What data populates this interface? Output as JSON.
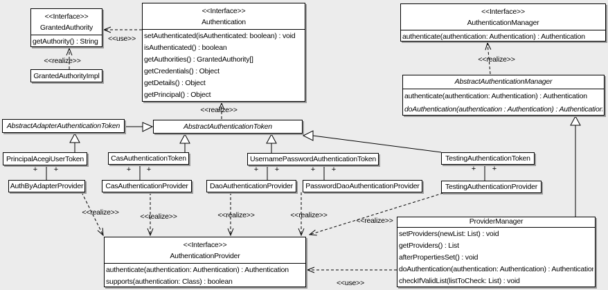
{
  "diagram": {
    "background": "#ececec",
    "box_fill": "#ffffff",
    "box_border": "#000000",
    "shadow_color": "#9a9a9a"
  },
  "labels": {
    "realize": "<<realize>>",
    "use": "<<use>>",
    "plus": "+"
  },
  "classes": [
    {
      "id": "granted-authority",
      "stereotype": "<<Interface>>",
      "name": "GrantedAuthority",
      "methods": [
        "getAuthority() : String"
      ]
    },
    {
      "id": "granted-authority-impl",
      "name": "GrantedAuthorityImpl",
      "methods": []
    },
    {
      "id": "authentication",
      "stereotype": "<<Interface>>",
      "name": "Authentication",
      "methods": [
        "setAuthenticated(isAuthenticated: boolean) : void",
        "isAuthenticated() : boolean",
        "getAuthorities() : GrantedAuthority[]",
        "getCredentials() : Object",
        "getDetails() : Object",
        "getPrincipal() : Object"
      ]
    },
    {
      "id": "authentication-manager",
      "stereotype": "<<Interface>>",
      "name": "AuthenticationManager",
      "methods": [
        "authenticate(authentication: Authentication) : Authentication"
      ]
    },
    {
      "id": "abstract-authentication-manager",
      "name": "AbstractAuthenticationManager",
      "abstract": true,
      "methods": [
        "authenticate(authentication: Authentication) : Authentication",
        "doAuthentication(authentication : Authentication) : Authentication"
      ]
    },
    {
      "id": "abstract-adapter-authentication-token",
      "name": "AbstractAdapterAuthenticationToken",
      "abstract": true,
      "methods": []
    },
    {
      "id": "abstract-authentication-token",
      "name": "AbstractAuthenticationToken",
      "abstract": true,
      "methods": []
    },
    {
      "id": "principal-acegi-user-token",
      "name": "PrincipalAcegiUserToken",
      "methods": []
    },
    {
      "id": "cas-authentication-token",
      "name": "CasAuthenticationToken",
      "methods": []
    },
    {
      "id": "username-password-authentication-token",
      "name": "UsernamePasswordAuthenticationToken",
      "methods": []
    },
    {
      "id": "testing-authentication-token",
      "name": "TestingAuthenticationToken",
      "methods": []
    },
    {
      "id": "auth-by-adapter-provider",
      "name": "AuthByAdapterProvider",
      "methods": []
    },
    {
      "id": "cas-authentication-provider",
      "name": "CasAuthenticationProvider",
      "methods": []
    },
    {
      "id": "dao-authentication-provider",
      "name": "DaoAuthenticationProvider",
      "methods": []
    },
    {
      "id": "password-dao-authentication-provider",
      "name": "PasswordDaoAuthenticationProvider",
      "methods": []
    },
    {
      "id": "testing-authentication-provider",
      "name": "TestingAuthenticationProvider",
      "methods": []
    },
    {
      "id": "authentication-provider",
      "stereotype": "<<Interface>>",
      "name": "AuthenticationProvider",
      "methods": [
        "authenticate(authentication: Authentication) : Authentication",
        "supports(authentication: Class) : boolean"
      ]
    },
    {
      "id": "provider-manager",
      "name": "ProviderManager",
      "methods": [
        "setProviders(newList: List) : void",
        "getProviders() : List",
        "afterPropertiesSet() : void",
        "doAuthentication(authentication: Authentication) : Authentication",
        "checkIfValidList(listToCheck: List) : void"
      ]
    }
  ]
}
